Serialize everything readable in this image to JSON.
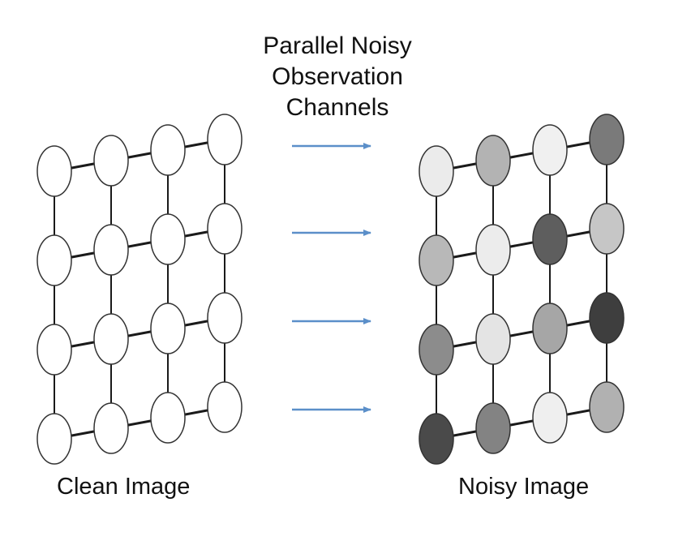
{
  "title_lines": [
    "Parallel Noisy",
    "Observation",
    "Channels"
  ],
  "labels": {
    "clean": "Clean Image",
    "noisy": "Noisy Image"
  },
  "grid": {
    "rows": 4,
    "cols": 4
  },
  "colors": {
    "arrow": "#5b8fc9",
    "edge": "#1a1a1a",
    "node_stroke": "#333333",
    "clean_fill": "#ffffff"
  },
  "noisy_fills": [
    [
      "#ebebeb",
      "#b3b3b3",
      "#f0f0f0",
      "#7a7a7a"
    ],
    [
      "#b8b8b8",
      "#ececec",
      "#5e5e5e",
      "#c6c6c6"
    ],
    [
      "#8c8c8c",
      "#e4e4e4",
      "#a6a6a6",
      "#3e3e3e"
    ],
    [
      "#4a4a4a",
      "#838383",
      "#efefef",
      "#b1b1b1"
    ]
  ]
}
